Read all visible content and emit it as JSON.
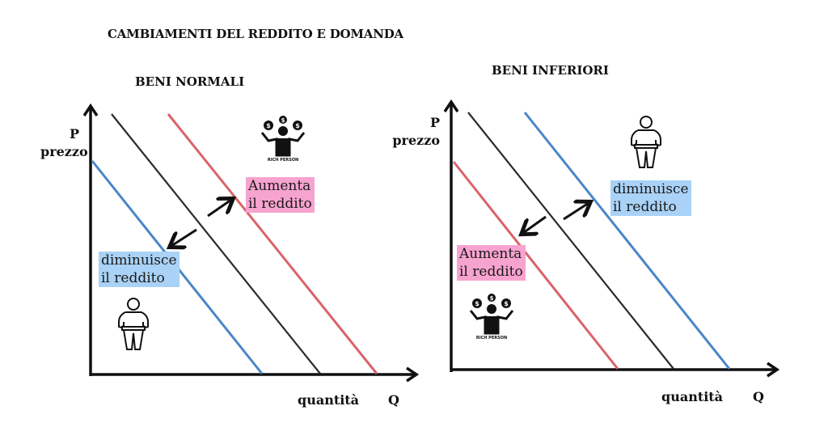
{
  "title": "CAMBIAMENTI DEL REDDITO E DOMANDA",
  "panels": [
    {
      "title": "BENI NORMALI",
      "y_axis": {
        "symbol": "P",
        "label": "prezzo"
      },
      "x_axis": {
        "label": "quantità",
        "symbol": "Q"
      },
      "annotations": [
        {
          "text_line1": "Aumenta",
          "text_line2": "il reddito",
          "color": "#f7a3cf",
          "direction": "shift right"
        },
        {
          "text_line1": "diminuisce",
          "text_line2": "il reddito",
          "color": "#a9d2f6",
          "direction": "shift left"
        }
      ],
      "icons": [
        {
          "name": "rich-person-icon",
          "caption": "RICH PERSON"
        },
        {
          "name": "thin-person-icon"
        }
      ]
    },
    {
      "title": "BENI INFERIORI",
      "y_axis": {
        "symbol": "P",
        "label": "prezzo"
      },
      "x_axis": {
        "label": "quantità",
        "symbol": "Q"
      },
      "annotations": [
        {
          "text_line1": "diminuisce",
          "text_line2": "il reddito",
          "color": "#a9d2f6",
          "direction": "shift right"
        },
        {
          "text_line1": "Aumenta",
          "text_line2": "il reddito",
          "color": "#f7a3cf",
          "direction": "shift left"
        }
      ],
      "icons": [
        {
          "name": "thin-person-icon"
        },
        {
          "name": "rich-person-icon",
          "caption": "RICH PERSON"
        }
      ]
    }
  ],
  "colors": {
    "original_demand": "#2b2b2b",
    "income_up": "#d9636b",
    "income_down": "#4a86c8",
    "pink_label": "#f7a3cf",
    "blue_label": "#a9d2f6"
  },
  "chart_data": [
    {
      "type": "line",
      "title": "BENI NORMALI",
      "xlabel": "quantità Q",
      "ylabel": "P prezzo",
      "grid": false,
      "series": [
        {
          "name": "Domanda con reddito diminuito (blu)",
          "color": "#4a86c8",
          "x": [
            0,
            6
          ],
          "y": [
            10,
            0
          ]
        },
        {
          "name": "Domanda iniziale (nera)",
          "color": "#2b2b2b",
          "x": [
            1,
            8.4
          ],
          "y": [
            12,
            0
          ]
        },
        {
          "name": "Domanda con reddito aumentato (rossa)",
          "color": "#d9636b",
          "x": [
            3,
            10.4
          ],
          "y": [
            12,
            0
          ]
        }
      ],
      "annotations": [
        "Aumenta il reddito → spostamento a destra",
        "diminuisce il reddito → spostamento a sinistra"
      ]
    },
    {
      "type": "line",
      "title": "BENI INFERIORI",
      "xlabel": "quantità Q",
      "ylabel": "P prezzo",
      "grid": false,
      "series": [
        {
          "name": "Domanda con reddito aumentato (rossa)",
          "color": "#d9636b",
          "x": [
            0,
            6
          ],
          "y": [
            10,
            0
          ]
        },
        {
          "name": "Domanda iniziale (nera)",
          "color": "#2b2b2b",
          "x": [
            0.9,
            8
          ],
          "y": [
            12,
            0
          ]
        },
        {
          "name": "Domanda con reddito diminuito (blu)",
          "color": "#4a86c8",
          "x": [
            2.9,
            10
          ],
          "y": [
            12,
            0
          ]
        }
      ],
      "annotations": [
        "diminuisce il reddito → spostamento a destra",
        "Aumenta il reddito → spostamento a sinistra"
      ]
    }
  ]
}
